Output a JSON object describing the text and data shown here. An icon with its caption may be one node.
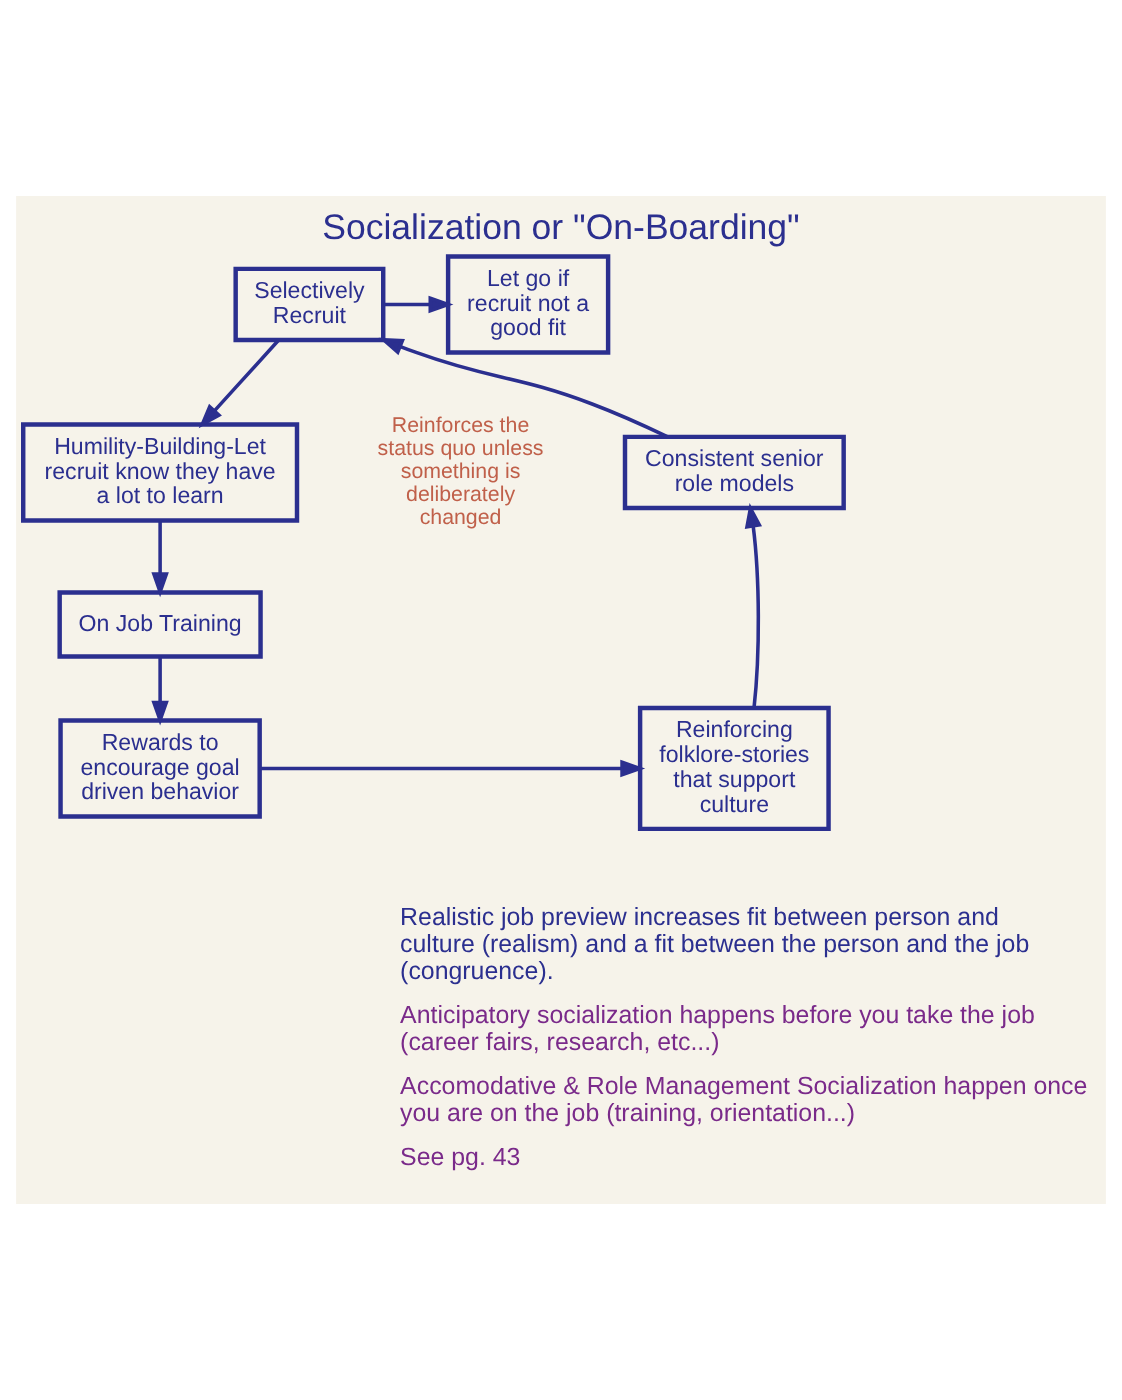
{
  "diagram": {
    "title": "Socialization or \"On-Boarding\"",
    "nodes": [
      {
        "text": [
          "Selectively Recruit"
        ]
      },
      {
        "text": [
          "Let go if recruit not a good fit"
        ]
      },
      {
        "text": [
          "Humility-Building-Let recruit know they have a lot to learn"
        ]
      },
      {
        "text": [
          "On Job Training"
        ]
      },
      {
        "text": [
          "Rewards to encourage goal driven behavior"
        ]
      },
      {
        "text": [
          "Reinforcing folklore-stories that support culture"
        ]
      },
      {
        "text": [
          "Consistent senior role models"
        ]
      }
    ],
    "edges": [
      {
        "from": 0,
        "to": 1,
        "arrow": "to"
      },
      {
        "from": 0,
        "to": 2,
        "arrow": "to"
      },
      {
        "from": 2,
        "to": 3,
        "arrow": "to"
      },
      {
        "from": 3,
        "to": 4,
        "arrow": "to"
      },
      {
        "from": 4,
        "to": 5,
        "arrow": "to"
      },
      {
        "from": 5,
        "to": 6,
        "arrow": "to"
      },
      {
        "from": 6,
        "to": 0,
        "arrow": "to"
      }
    ],
    "labels": [
      "Reinforces the status quo unless something is deliberately changed",
      "Realistic job preview increases fit between person and culture (realism) and a fit between the person and the job (congruence).",
      "Anticipatory socialization happens before you take the job (career fairs, research, etc...)",
      "Accomodative & Role Management Socialization happen once you are on the job (training, orientation...)",
      "See pg. 43"
    ]
  }
}
